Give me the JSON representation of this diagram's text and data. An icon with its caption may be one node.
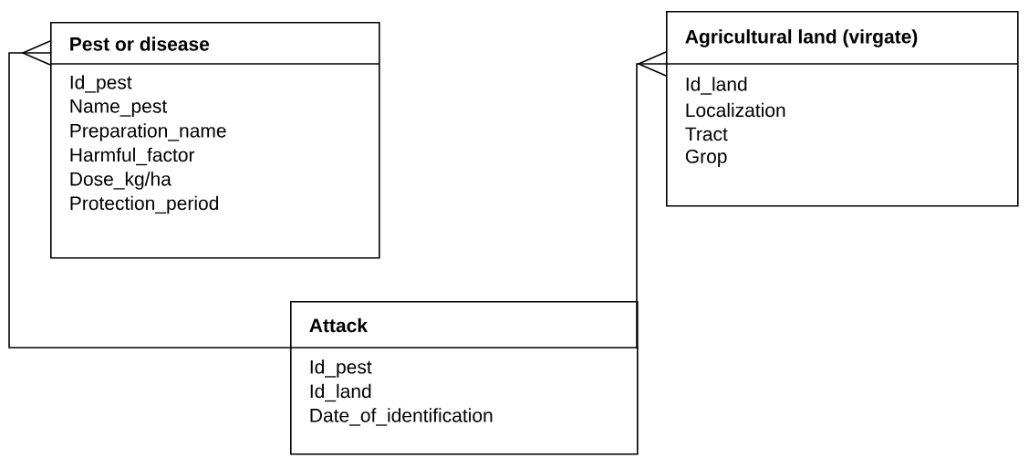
{
  "diagram": {
    "nodes": [
      {
        "text": [
          "Pest or disease",
          "Id_pest",
          "Name_pest",
          "Preparation_name",
          "Harmful_factor",
          "Dose_kg/ha",
          "Protection_period"
        ]
      },
      {
        "text": [
          "Agricultural land (virgate)",
          "Id_land",
          "Localization",
          "Tract",
          "Grop"
        ]
      },
      {
        "text": [
          "Attack",
          "Id_pest",
          "Id_land",
          "Date_of_identification"
        ]
      }
    ],
    "edges": [
      {
        "from": 2,
        "to": 0,
        "arrow": "other"
      },
      {
        "from": 2,
        "to": 1,
        "arrow": "other"
      }
    ]
  }
}
